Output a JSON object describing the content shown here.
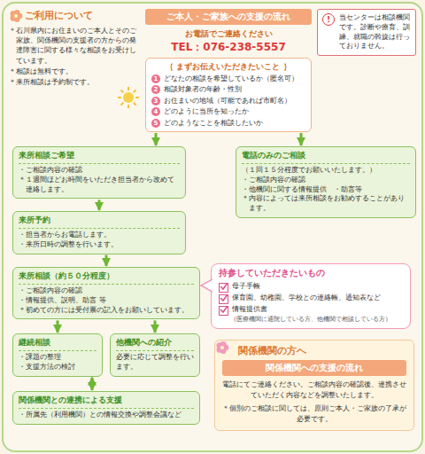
{
  "diagram": {
    "nodes": [
      {
        "text": [
          "ご利用について",
          "＊石川県内にお住まいのご本人とそのご家族、関係機関の支援者の方からの発達障害に関する様々な相談をお受けしています。",
          "＊相談は無料です。",
          "＊来所相談は予約制です。"
        ]
      },
      {
        "text": [
          "ご本人・ご家族への支援の流れ",
          "お電話でご連絡ください",
          "TEL：076-238-5557"
        ]
      },
      {
        "text": [
          "｛ まずお伝えいただきたいこと ｝",
          "1",
          "どなたの相談を希望しているか（匿名可）",
          "2",
          "相談対象者の年齢・性別",
          "3",
          "お住まいの地域（可能であれば市町名）",
          "4",
          "どのように当所を知ったか",
          "5",
          "どのようなことを相談したいか"
        ],
        "in": 1
      },
      {
        "text": [
          "!",
          "当センターは相談機関です。診断や療育、訓練、就職の斡旋は行っておりません。"
        ]
      },
      {
        "text": [
          "来所相談ご希望",
          "・ご相談内容の確認",
          "＊１週間ほどお時間をいただき担当者から改めて連絡します。"
        ]
      },
      {
        "text": [
          "電話のみのご相談",
          "（１回１５分程度でお願いいたします。）",
          "・ご相談内容の確認",
          "・他機関に関する情報提供　・助言等",
          "＊内容によっては来所相談をお勧めすることがあります。"
        ]
      },
      {
        "text": [
          "持参していただきたいもの",
          "母子手帳",
          "保育園、幼稚園、学校との連絡帳、通知表など",
          "情報提供書",
          "（医療機関に通院している方、他機関で相談している方）"
        ]
      },
      {
        "text": [
          "来所予約",
          "・担当者からお電話します。",
          "・来所日時の調整を行います。"
        ]
      },
      {
        "text": [
          "来所相談（約５０分程度）",
          "・ご相談内容の確認",
          "・情報提供、説明、助言 等",
          "＊初めての方には受付票の記入をお願いしています。"
        ]
      },
      {
        "text": [
          "継続相談",
          "・課題の整理",
          "・支援方法の検討"
        ]
      },
      {
        "text": [
          "他機関への紹介",
          "必要に応じて調整を行います。"
        ]
      },
      {
        "text": [
          "関係機関との連携による支援",
          "・所属先（利用機関）との情報交換や調整会議など"
        ]
      },
      {
        "text": [
          "関係機関の方へ",
          "関係機関への支援の流れ",
          "電話にてご連絡ください。ご相談内容の確認後、連携させていただく内容などを調整いたします。",
          "＊個別のご相談に関しては、原則ご本人・ご家族の了承が必要です。"
        ]
      }
    ],
    "edges": [
      {
        "from": 1,
        "to": 4,
        "arrow": "to"
      },
      {
        "from": 1,
        "to": 5,
        "arrow": "to"
      },
      {
        "from": 4,
        "to": 7,
        "arrow": "to"
      },
      {
        "from": 7,
        "to": 8,
        "arrow": "to"
      },
      {
        "from": 8,
        "to": 9,
        "arrow": "to"
      },
      {
        "from": 8,
        "to": 10,
        "arrow": "to"
      },
      {
        "from": 9,
        "to": 11,
        "arrow": "both"
      }
    ]
  }
}
